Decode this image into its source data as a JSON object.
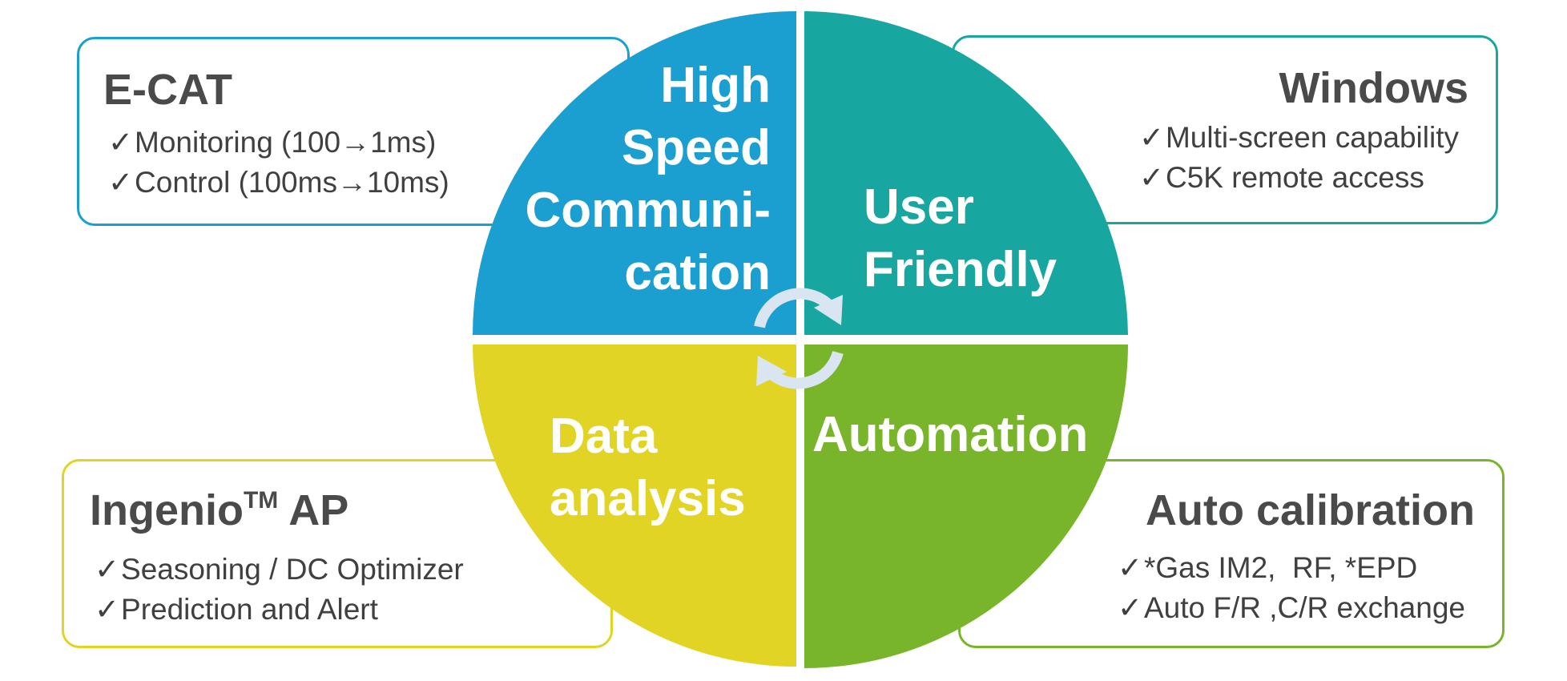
{
  "colors": {
    "blue": "#1b9fd1",
    "teal": "#18a7a0",
    "yellow": "#e2d425",
    "green": "#79b52b",
    "arrow": "#d9e6f2",
    "text": "#404040"
  },
  "quadrants": {
    "high_speed": {
      "lines": [
        "High",
        "Speed",
        "Communi-",
        "cation"
      ]
    },
    "user_friendly": {
      "lines": [
        "User",
        "Friendly"
      ]
    },
    "data_analysis": {
      "lines": [
        "Data",
        "analysis"
      ]
    },
    "automation": {
      "lines": [
        "Automation"
      ]
    }
  },
  "boxes": {
    "ecat": {
      "title": "E-CAT",
      "bullets": [
        "Monitoring (100→1ms)",
        "Control (100ms→10ms)"
      ]
    },
    "windows": {
      "title": "Windows",
      "bullets": [
        "Multi-screen capability",
        "C5K remote access"
      ]
    },
    "ingenio": {
      "title": "Ingenio",
      "title_sup": "TM",
      "title_suffix": " AP",
      "bullets": [
        "Seasoning / DC Optimizer",
        "Prediction and Alert"
      ]
    },
    "auto_cal": {
      "title": "Auto calibration",
      "bullets": [
        "*Gas IM2,  RF, *EPD",
        "Auto F/R ,C/R exchange"
      ]
    }
  },
  "check_mark": "✓",
  "icons": {
    "cycle": "cycle-arrows-icon"
  }
}
